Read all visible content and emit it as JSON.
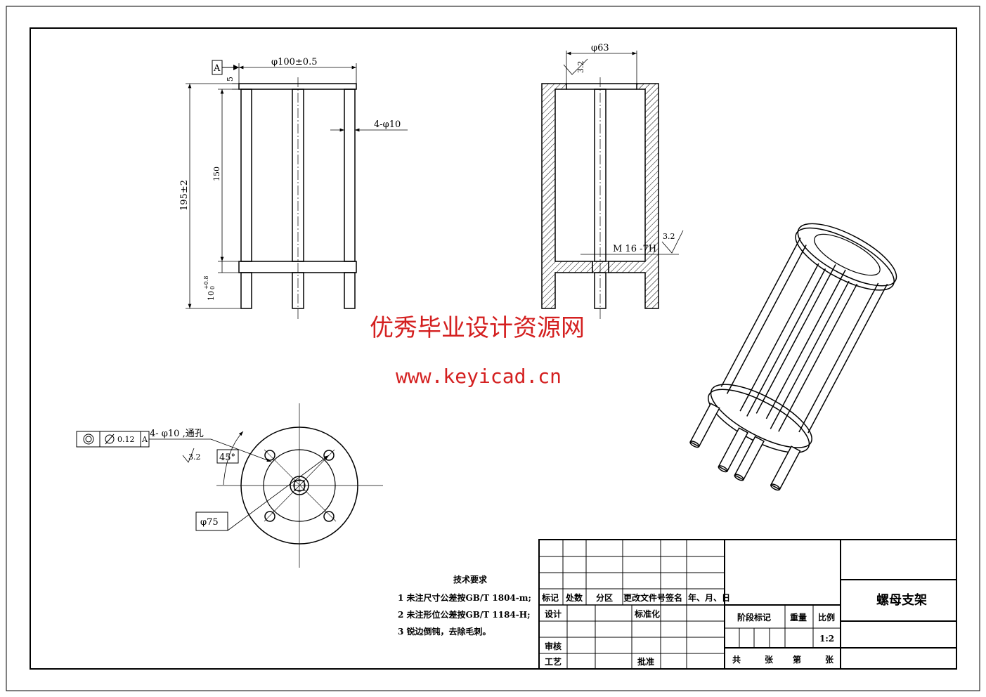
{
  "front_view": {
    "datum_label": "A",
    "dim_diameter": "φ100±0.5",
    "dim_top_thickness": "5",
    "dim_total_height": "195±2",
    "dim_inner_height": "150",
    "dim_leg": "10",
    "dim_leg_tol_upper": "+0.8",
    "dim_leg_tol_lower": "0",
    "dim_holes": "4-φ10"
  },
  "side_view": {
    "dim_bore": "φ63",
    "roughness_top": "3.2",
    "dim_thread": "M 16 -7H",
    "roughness_right": "3.2"
  },
  "top_view": {
    "tolerance_value": "0.12",
    "tolerance_datum": "A",
    "hole_note": "4- φ10 ,通孔",
    "roughness": "3.2",
    "angle": "45°",
    "dim_pcd": "φ75"
  },
  "watermark": {
    "site_name": "优秀毕业设计资源网",
    "url": "www.keyicad.cn"
  },
  "notes": {
    "title": "技术要求",
    "items": [
      "1 未注尺寸公差按GB/T 1804-m;",
      "2 未注形位公差按GB/T 1184-H;",
      "3 锐边倒钝，去除毛刺。"
    ]
  },
  "title_block": {
    "col_headers": [
      "标记",
      "处数",
      "分区",
      "更改文件号",
      "签名",
      "年、月、日"
    ],
    "design": "设计",
    "standardize": "标准化",
    "review": "审核",
    "process": "工艺",
    "approve": "批准",
    "stage_mark": "阶段标记",
    "weight": "重量",
    "scale": "比例",
    "scale_value": "1:2",
    "total_sheets": "共",
    "sheets": "张",
    "sheet_no": "第",
    "sheet_no_unit": "张",
    "part_name": "螺母支架"
  }
}
